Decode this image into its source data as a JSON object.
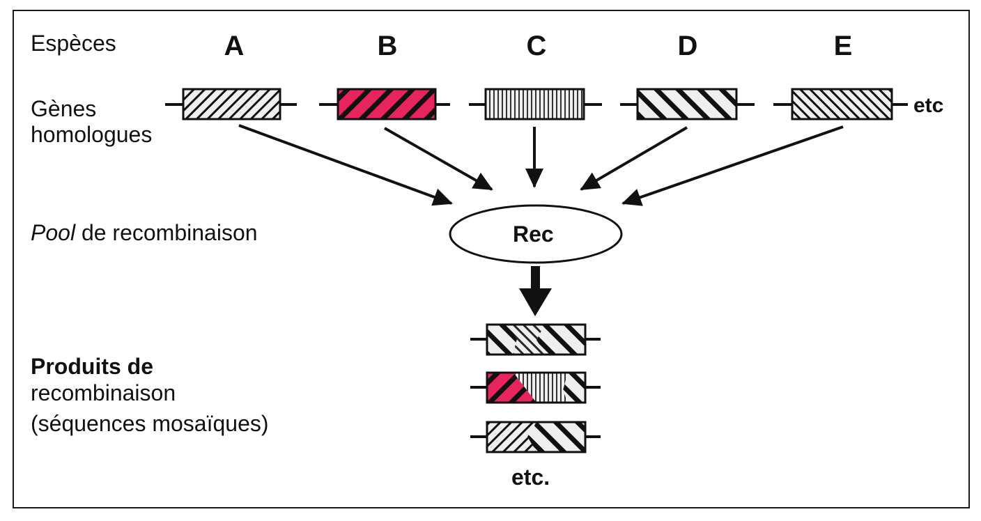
{
  "labels": {
    "especes": "Espèces",
    "genes_line1": "Gènes",
    "genes_line2": "homologues",
    "pool_italic": "Pool",
    "pool_rest": " de recombinaison",
    "produits_line1": "Produits de",
    "produits_line2": "recombinaison",
    "produits_line3": "(séquences mosaïques)",
    "etc_genes": "etc",
    "rec": "Rec",
    "etc_products": "etc."
  },
  "species": [
    "A",
    "B",
    "C",
    "D",
    "E"
  ],
  "genes": [
    {
      "species": "A",
      "pattern": "hatch-fine-right"
    },
    {
      "species": "B",
      "pattern": "hatch-bold-right-red"
    },
    {
      "species": "C",
      "pattern": "vertical-lines"
    },
    {
      "species": "D",
      "pattern": "hatch-bold-left"
    },
    {
      "species": "E",
      "pattern": "hatch-fine-left"
    }
  ],
  "products_count": 3,
  "colors": {
    "ink": "#111111",
    "accent_red": "#e8245c",
    "hatch_bg": "#f1eef0"
  }
}
